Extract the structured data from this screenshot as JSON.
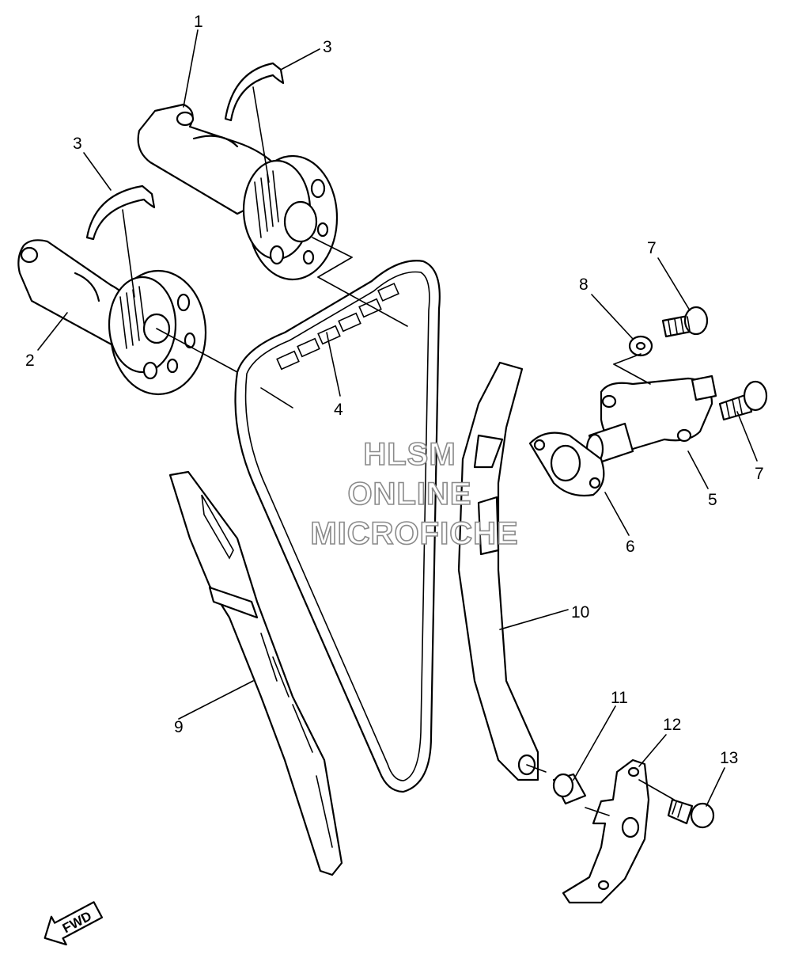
{
  "part_labels": [
    "1",
    "2",
    "3",
    "3",
    "4",
    "5",
    "6",
    "7",
    "7",
    "8",
    "9",
    "10",
    "11",
    "12",
    "13"
  ],
  "watermark": {
    "line1": "HLSM",
    "line2": "ONLINE",
    "line3": "MICROFICHE"
  },
  "direction_badge": {
    "text": "FWD",
    "icon": "fwd-arrow-icon"
  },
  "colors": {
    "line": "#000000",
    "background": "#ffffff",
    "watermark_outline": "#8a8a8a"
  }
}
